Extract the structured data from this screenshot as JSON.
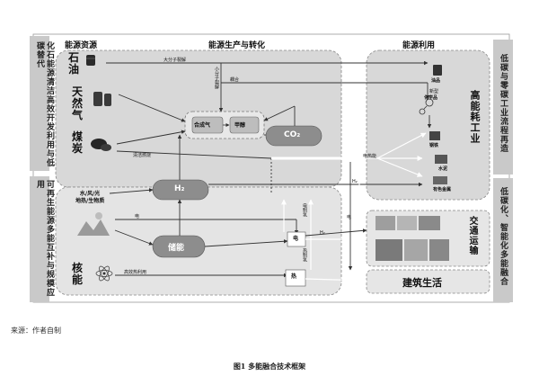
{
  "left_sidebar": {
    "top": "化石能源清洁高效开发利用与低碳替代",
    "bottom": "可再生能源多能互补与规模应用"
  },
  "right_sidebar": {
    "top": "低碳与零碳工业流程再造",
    "bottom": "低碳化、智能化多能融合"
  },
  "sections": {
    "resources": "能源资源",
    "production": "能源生产与转化",
    "utilization": "能源利用"
  },
  "resources": {
    "oil": "石\n油",
    "gas": "天\n然\n气",
    "coal": "煤\n炭",
    "renewables": "水/风/光\n地热/生物质",
    "nuclear": "核\n能"
  },
  "nodes": {
    "syngas": "合成气",
    "methanol": "甲醇",
    "co2": "CO₂",
    "h2": "H₂",
    "storage": "储能",
    "elec": "电",
    "heat": "热"
  },
  "flows": {
    "macromolecule": "大分子裂解",
    "small_molecule": "小分子裂解",
    "coupling": "耦合",
    "clean_combustion": "清洁燃烧",
    "electricity": "电",
    "elec_heat": "电热能",
    "h2_flow": "H₂",
    "h2_flow2": "H₂",
    "elec_to_h2": "电制氢",
    "heat_to_h2": "热制氢",
    "high_eff_heat": "高效热利用",
    "elec_right": "电"
  },
  "utilization": {
    "fuel": "油品",
    "chemicals": "化学品",
    "chemicals_prefix": "新型",
    "steel": "钢铁",
    "cement": "水泥",
    "nonferrous": "有色金属",
    "high_energy_industry": "高能耗工业",
    "transport": "交通运输",
    "building": "建筑生活"
  },
  "source_note": "来源：作者自制",
  "figure_caption": "图1 多能融合技术框架"
}
